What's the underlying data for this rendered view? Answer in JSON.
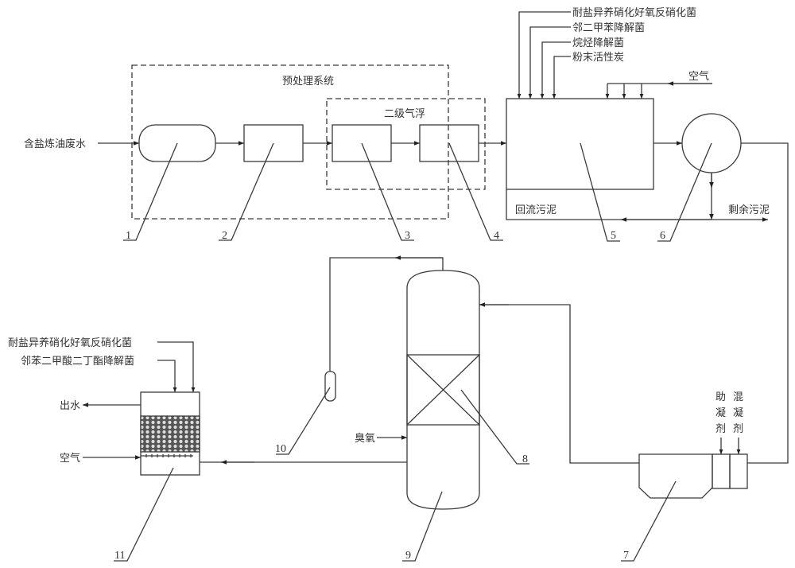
{
  "diagram": {
    "title": "含盐炼油废水处理工艺流程",
    "inputs": {
      "influent": "含盐炼油废水",
      "pretreatment_box": "预处理系统",
      "flotation_box": "二级气浮",
      "bio_additives": [
        "耐盐异养硝化好氧反硝化菌",
        "邻二甲苯降解菌",
        "烷烃降解菌",
        "粉末活性炭"
      ],
      "air_top": "空气",
      "return_sludge": "回流污泥",
      "excess_sludge": "剩余污泥",
      "coagulant_aid": [
        "助",
        "凝",
        "剂"
      ],
      "coagulant": [
        "混",
        "凝",
        "剂"
      ],
      "ozone": "臭氧",
      "filter_additives": [
        "耐盐异养硝化好氧反硝化菌",
        "邻苯二甲酸二丁酯降解菌"
      ],
      "effluent": "出水",
      "air_bottom": "空气"
    },
    "callouts": [
      "1",
      "2",
      "3",
      "4",
      "5",
      "6",
      "7",
      "8",
      "9",
      "10",
      "11"
    ]
  }
}
